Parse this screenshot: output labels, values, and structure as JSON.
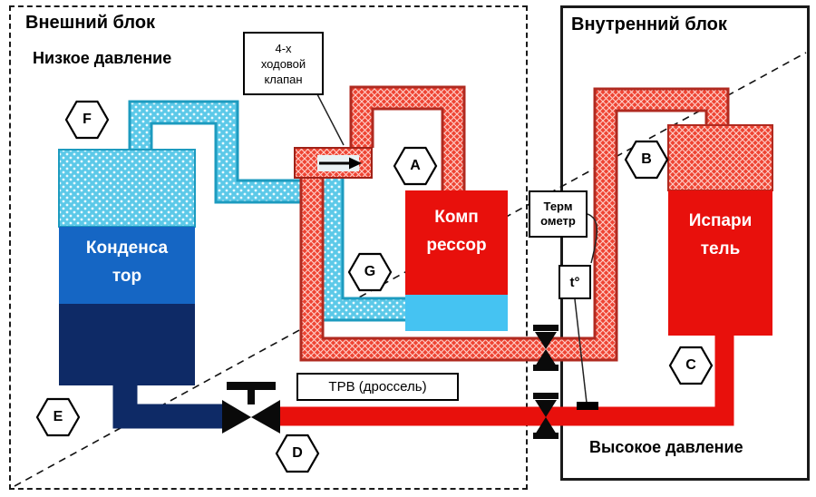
{
  "outdoor_unit": {
    "title": "Внешний блок",
    "pressure_label": "Низкое давление"
  },
  "indoor_unit": {
    "title": "Внутренний блок",
    "pressure_label": "Высокое давление"
  },
  "components": {
    "condenser": {
      "line1": "Конденса",
      "line2": "тор"
    },
    "compressor": {
      "line1": "Комп",
      "line2": "рессор"
    },
    "evaporator": {
      "line1": "Испари",
      "line2": "тель"
    },
    "four_way_valve": {
      "line1": "4-х",
      "line2": "ходовой",
      "line3": "клапан"
    },
    "trv": {
      "label": "ТРВ (дроссель)"
    },
    "thermometer": {
      "line1": "Терм",
      "line2": "ометр",
      "symbol": "t°"
    }
  },
  "markers": {
    "F": "F",
    "A": "A",
    "G": "G",
    "B": "B",
    "C": "C",
    "D": "D",
    "E": "E"
  },
  "colors": {
    "low_pressure_pipe": "#5cc9e8",
    "low_pressure_outline": "#1d9bbf",
    "hot_gas_pipe": "#ee4433",
    "hot_gas_outline": "#b02a20",
    "cold_liquid_pipe": "#0e2a66",
    "hot_liquid_pipe": "#e8100c",
    "condenser_middle": "#1566c4",
    "compressor_body": "#e8100c",
    "compressor_suction": "#45c3f2"
  }
}
